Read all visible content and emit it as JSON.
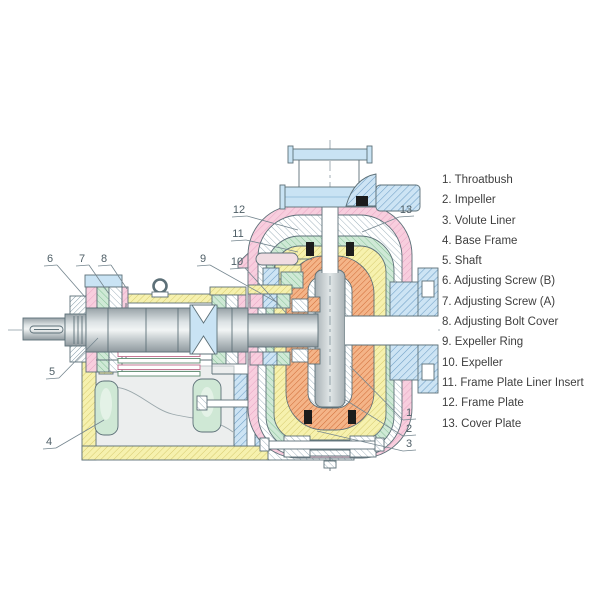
{
  "legend": {
    "items": [
      "1. Throatbush",
      "2. Impeller",
      "3. Volute Liner",
      "4. Base Frame",
      "5. Shaft",
      "6. Adjusting Screw (B)",
      "7. Adjusting Screw (A)",
      "8. Adjusting Bolt Cover",
      "9. Expeller Ring",
      "10. Expeller",
      "11. Frame Plate Liner Insert",
      "12. Frame Plate",
      "13. Cover Plate"
    ]
  },
  "callouts": {
    "c1": "1",
    "c2": "2",
    "c3": "3",
    "c4": "4",
    "c5": "5",
    "c6": "6",
    "c7": "7",
    "c8": "8",
    "c9": "9",
    "c10": "10",
    "c11": "11",
    "c12": "12",
    "c13": "13"
  },
  "colors": {
    "line": "#5d7078",
    "pink": "#f7c9db",
    "blue": "#cde4f4",
    "yellow": "#f6f1ae",
    "green": "#cfe9d6",
    "orange": "#f4b488",
    "shaft_gray": "#c9ced1",
    "text": "#3e3e3e"
  }
}
